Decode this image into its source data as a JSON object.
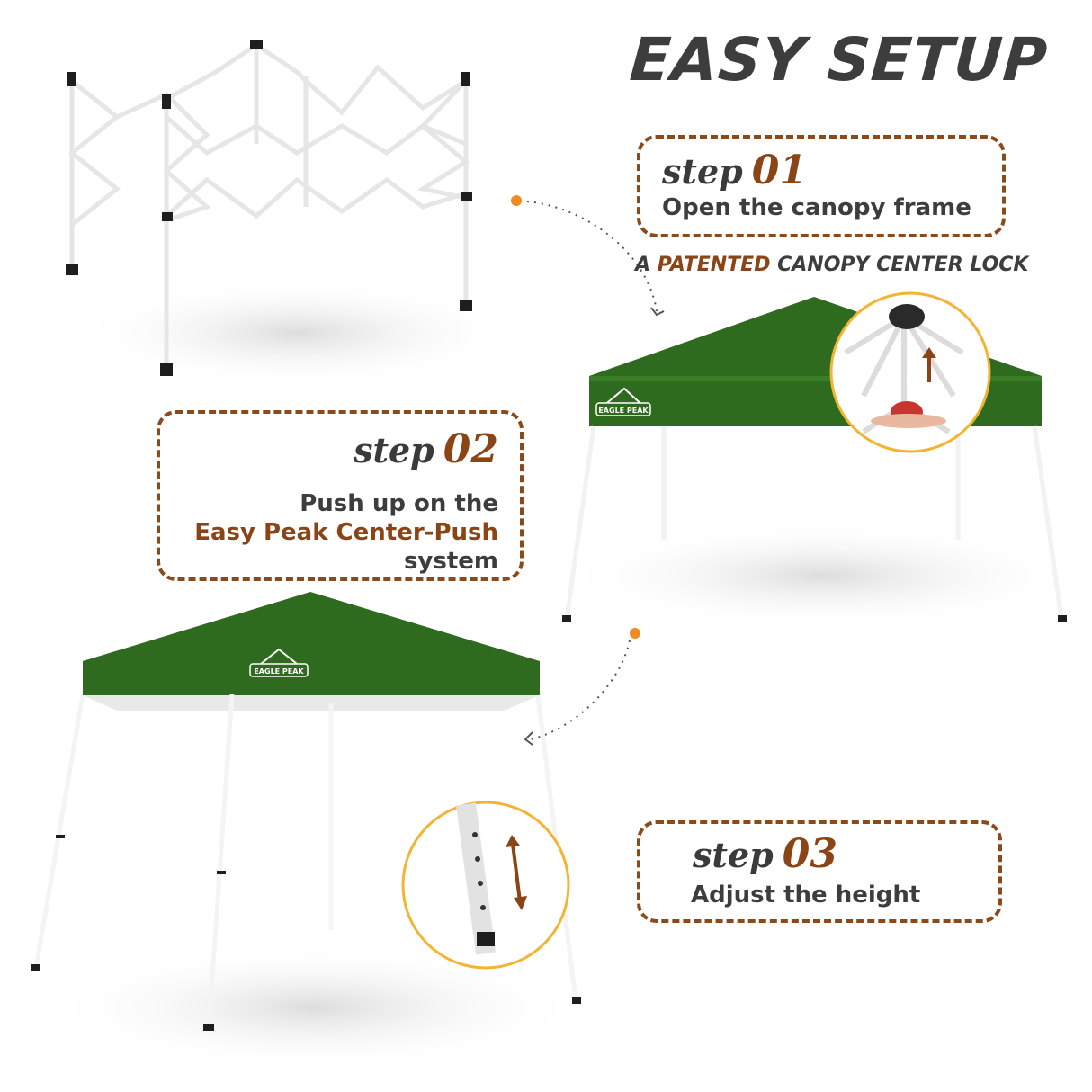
{
  "title": "EASY SETUP",
  "steps": [
    {
      "word": "step",
      "number": "01",
      "lines": [
        "Open the canopy frame"
      ]
    },
    {
      "word": "step",
      "number": "02",
      "lines": [
        "Push up on the",
        "Easy Peak Center-Push",
        "system"
      ]
    },
    {
      "word": "step",
      "number": "03",
      "lines": [
        "Adjust the height"
      ]
    }
  ],
  "patent_line": {
    "prefix": "A ",
    "highlight": "PATENTED",
    "suffix": " CANOPY CENTER LOCK"
  },
  "brand_label": "EAGLE PEAK",
  "colors": {
    "canopy_green": "#2f6b1e",
    "accent_brown": "#8a4416",
    "dot_orange": "#f08a24",
    "text_dark": "#3d3d3d"
  },
  "icons": [
    "up-arrow-icon",
    "double-arrow-icon"
  ]
}
